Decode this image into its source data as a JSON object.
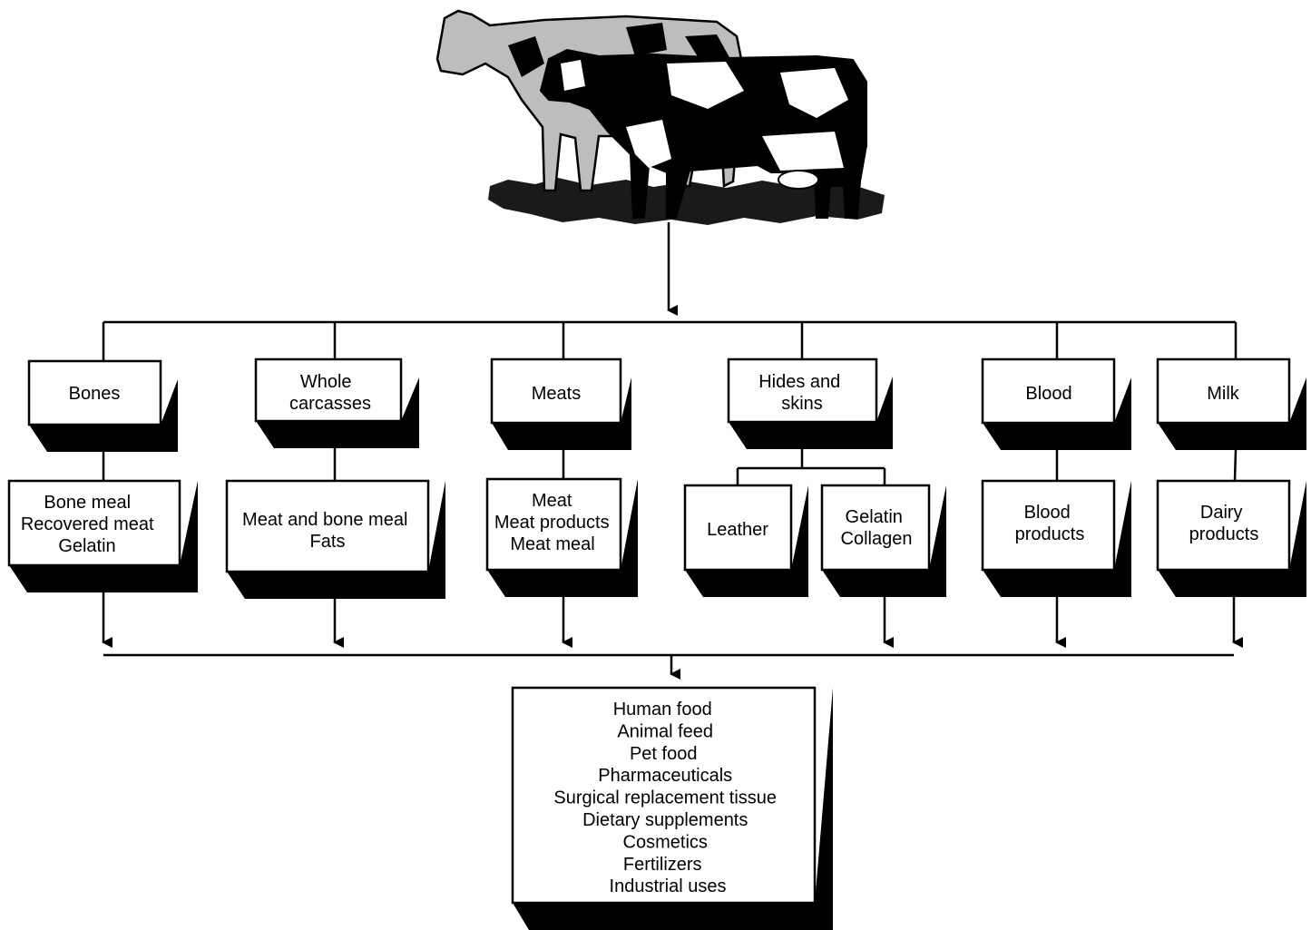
{
  "source": {
    "icon": "cow-icon"
  },
  "categories": [
    {
      "id": "bones",
      "label": [
        "Bones"
      ],
      "products": [
        [
          "Bone meal",
          "Recovered meat",
          "Gelatin"
        ]
      ]
    },
    {
      "id": "whole-carcasses",
      "label": [
        "Whole",
        "carcasses"
      ],
      "products": [
        [
          "Meat and bone meal",
          "Fats"
        ]
      ]
    },
    {
      "id": "meats",
      "label": [
        "Meats"
      ],
      "products": [
        [
          "Meat",
          "Meat products",
          "Meat meal"
        ]
      ]
    },
    {
      "id": "hides-and-skins",
      "label": [
        "Hides and",
        "skins"
      ],
      "products": [
        [
          "Leather"
        ],
        [
          "Gelatin",
          "Collagen"
        ]
      ]
    },
    {
      "id": "blood",
      "label": [
        "Blood"
      ],
      "products": [
        [
          "Blood",
          "products"
        ]
      ]
    },
    {
      "id": "milk",
      "label": [
        "Milk"
      ],
      "products": [
        [
          "Dairy",
          "products"
        ]
      ]
    }
  ],
  "uses": [
    "Human food",
    "Animal feed",
    "Pet food",
    "Pharmaceuticals",
    "Surgical replacement tissue",
    "Dietary supplements",
    "Cosmetics",
    "Fertilizers",
    "Industrial uses"
  ],
  "colors": {
    "ink": "#000000",
    "paper": "#ffffff",
    "cow_gray": "#bdbdbd"
  }
}
